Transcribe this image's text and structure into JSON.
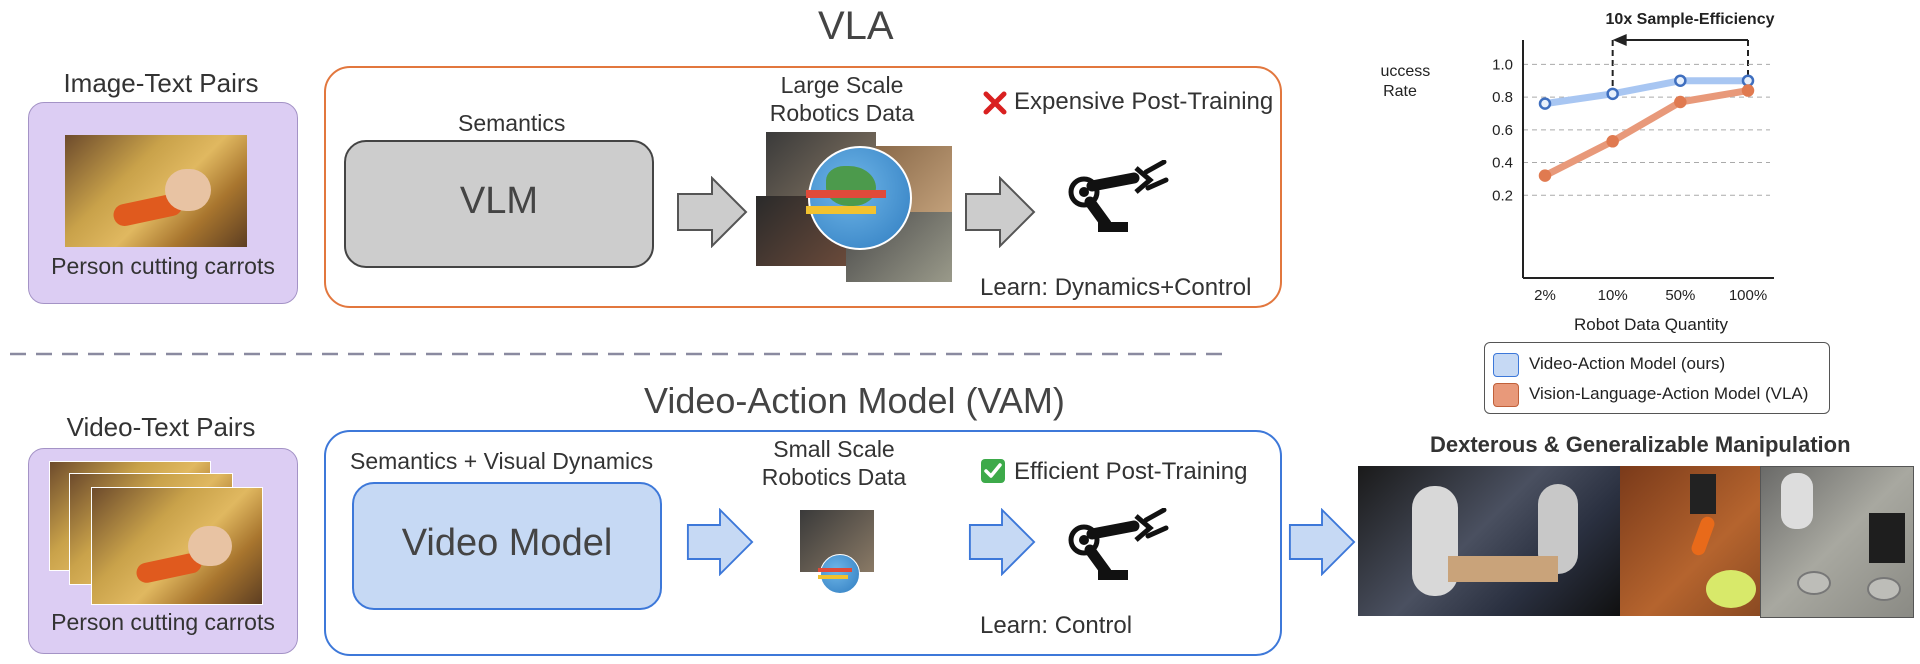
{
  "vla": {
    "title": "VLA",
    "image_text_pairs": "Image-Text Pairs",
    "caption": "Person cutting carrots",
    "semantics": "Semantics",
    "vlm": "VLM",
    "data_label_line1": "Large Scale",
    "data_label_line2": "Robotics Data",
    "post_training": "Expensive Post-Training",
    "learn": "Learn: Dynamics+Control",
    "mark_color": "#d92020"
  },
  "vam": {
    "title": "Video-Action Model (VAM)",
    "video_text_pairs": "Video-Text Pairs",
    "caption": "Person cutting carrots",
    "semantics": "Semantics + Visual Dynamics",
    "video_model": "Video Model",
    "data_label_line1": "Small Scale",
    "data_label_line2": "Robotics Data",
    "post_training": "Efficient Post-Training",
    "learn": "Learn: Control",
    "mark_color": "#3daa4a"
  },
  "right": {
    "manipulation_title": "Dexterous & Generalizable Manipulation"
  },
  "chart_data": {
    "type": "line",
    "annotation": "10x Sample-Efficiency",
    "ylabel_line1": "Success",
    "ylabel_line2": "Rate",
    "xlabel": "Robot Data Quantity",
    "categories": [
      "2%",
      "10%",
      "50%",
      "100%"
    ],
    "yticks": [
      "1.0",
      "0.8",
      "0.6",
      "0.4",
      "0.2"
    ],
    "ylim": [
      0,
      1.1
    ],
    "grid": true,
    "series": [
      {
        "name": "Video-Action Model (ours)",
        "values": [
          0.76,
          0.82,
          0.9,
          0.9
        ],
        "color": "#a8c6f2",
        "marker": "#3f6fbf"
      },
      {
        "name": "Vision-Language-Action Model (VLA)",
        "values": [
          0.32,
          0.53,
          0.77,
          0.84
        ],
        "color": "#e8997a",
        "marker": "#e07a50"
      }
    ]
  }
}
